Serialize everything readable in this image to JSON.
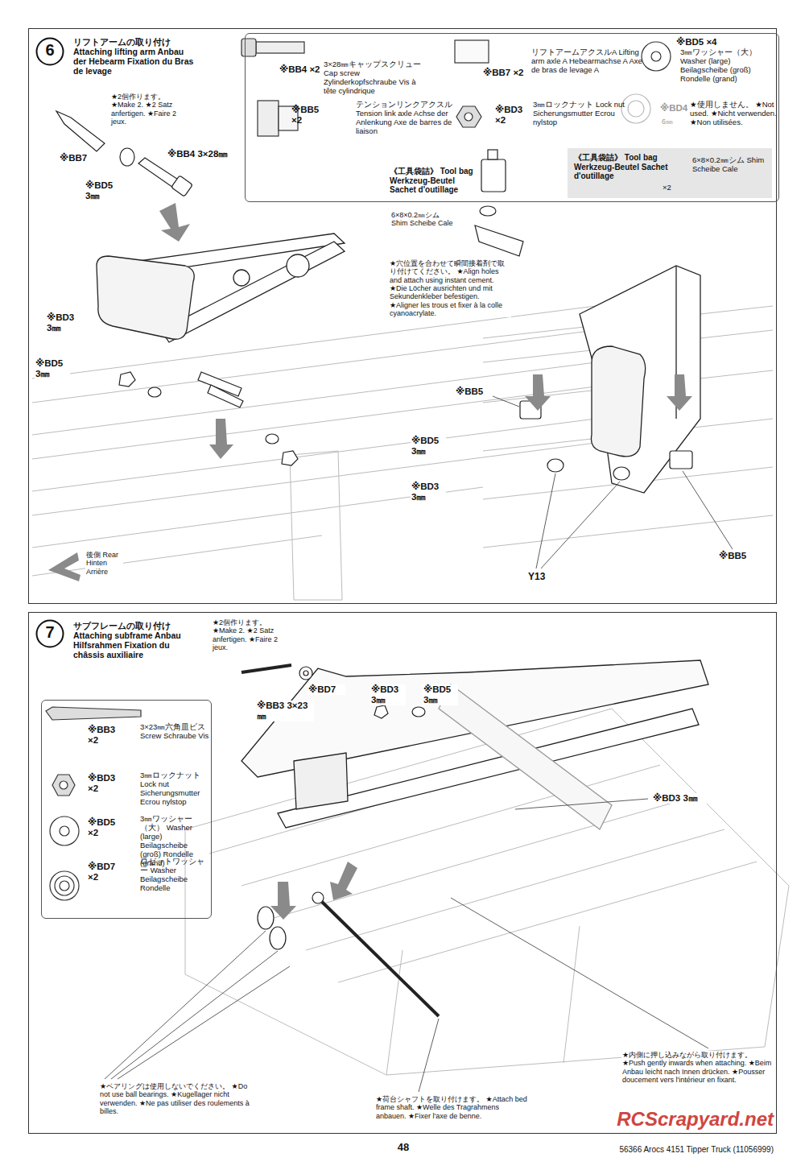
{
  "diagram": {
    "nodes": [
      {
        "text": [
          "リフトアームの取り付け Attaching lifting arm Anbau der Hebearm Fixation du Bras de levage"
        ]
      },
      {
        "text": [
          "6"
        ],
        "in": 0
      },
      {
        "text": [
          "※BB4 ×2",
          "3×28㎜キャップスクリュー Cap screw Zylinderkopfschraube Vis à tête cylindrique",
          "※BB7 ×2",
          "リフトアームアクスルA Lifting arm axle A Hebearmachse A Axe de bras de levage A",
          "※BD5 ×4",
          "3㎜ワッシャー（大） Washer (large) Beilagscheibe (groß) Rondelle (grand)",
          "※BB5 ×2",
          "テンションリンクアクスル Tension link axle Achse der Anlenkung Axe de barres de liaison",
          "※BD3 ×2",
          "3㎜ロックナット Lock nut Sicherungsmutter Ecrou nylstop",
          "※BD4",
          "6㎜",
          "★使用しません。 ★Not used. ★Nicht verwenden. ★Non utilisées."
        ],
        "in": 0
      },
      {
        "text": [
          "《工具袋詰》 Tool bag Werkzeug-Beutel Sachet d'outillage",
          "6×8×0.2㎜シム Shim Scheibe Cale",
          "×2"
        ],
        "in": 2
      },
      {
        "text": [
          "サブフレームの取り付け Attaching subframe Anbau Hilfsrahmen Fixation du châssis auxiliaire"
        ]
      },
      {
        "text": [
          "7"
        ],
        "in": 4
      },
      {
        "text": [
          "※BB3 ×2",
          "3×23㎜六角皿ビス Screw Schraube Vis",
          "※BD3 ×2",
          "3㎜ロックナット Lock nut Sicherungsmutter Ecrou nylstop",
          "※BD5 ×2",
          "3㎜ワッシャー（大） Washer (large) Beilagscheibe (groß) Rondelle (grand)",
          "※BD7 ×2",
          "ロゼットワッシャー Washer Beilagscheibe Rondelle"
        ],
        "in": 4
      }
    ],
    "labels": [
      "★2個作ります。 ★Make 2. ★2 Satz anfertigen. ★Faire 2 jeux.",
      "※BB7",
      "※BB4 3×28㎜",
      "※BD5 3㎜",
      "《工具袋詰》 Tool bag Werkzeug-Beutel Sachet d'outillage",
      "6×8×0.2㎜シム Shim Scheibe Cale",
      "★穴位置を合わせて瞬間接着剤で取り付けてください。 ★Align holes and attach using instant cement. ★Die Löcher ausrichten und mit Sekundenkleber befestigen. ★Aligner les trous et fixer à la colle cyanoacrylate.",
      "※BD3 3㎜",
      "※BD5 3㎜",
      "※BD5 3㎜",
      "※BD3 3㎜",
      "後側 Rear Hinten Arrière",
      "※BB5",
      "※BB5",
      "Y13",
      "★2個作ります。 ★Make 2. ★2 Satz anfertigen. ★Faire 2 jeux.",
      "※BB3 3×23㎜",
      "※BD7",
      "※BD3 3㎜",
      "※BD5 3㎜",
      "※BD3 3㎜",
      "★内側に押し込みながら取り付けます。 ★Push gently inwards when attaching. ★Beim Anbau leicht nach Innen drücken. ★Pousser doucement vers l'intérieur en fixant.",
      "★ベアリングは使用しないでください。 ★Do not use ball bearings. ★Kugellager nicht verwenden. ★Ne pas utiliser des roulements à billes.",
      "★荷台シャフトを取り付けます。 ★Attach bed frame shaft. ★Welle des Tragrahmens anbauen. ★Fixer l'axe de benne.",
      "48",
      "56366 Arocs 4151 Tipper Truck (11056999)",
      "RCScrapyard.net"
    ]
  }
}
